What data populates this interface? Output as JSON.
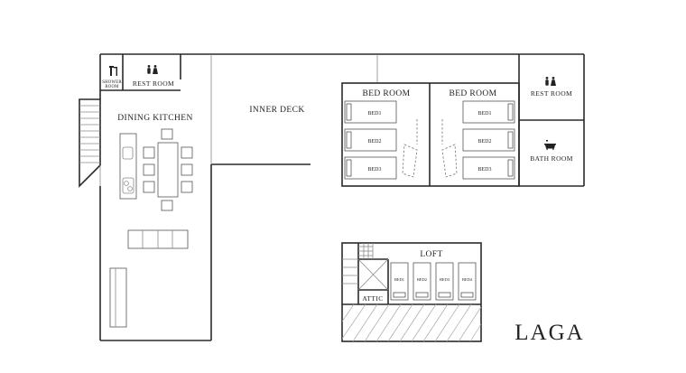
{
  "brand": "LAGA",
  "rooms": {
    "shower_room": [
      "SHOWER",
      "ROOM"
    ],
    "rest_room_left": "REST ROOM",
    "dining_kitchen": "DINING KITCHEN",
    "inner_deck": "INNER DECK",
    "bed_room_1": "BED ROOM",
    "bed_room_2": "BED ROOM",
    "rest_room_right": "REST ROOM",
    "bath_room": "BATH ROOM",
    "loft": "LOFT",
    "attic": "ATTIC"
  },
  "beds": {
    "bedroom1": [
      "BED1",
      "BED2",
      "BED3"
    ],
    "bedroom2": [
      "BED1",
      "BED2",
      "BED3"
    ],
    "loft": [
      "BED1",
      "BED2",
      "BED3",
      "BED4"
    ]
  },
  "icons": [
    "shower-icon",
    "toilet-icon",
    "bathtub-icon"
  ]
}
